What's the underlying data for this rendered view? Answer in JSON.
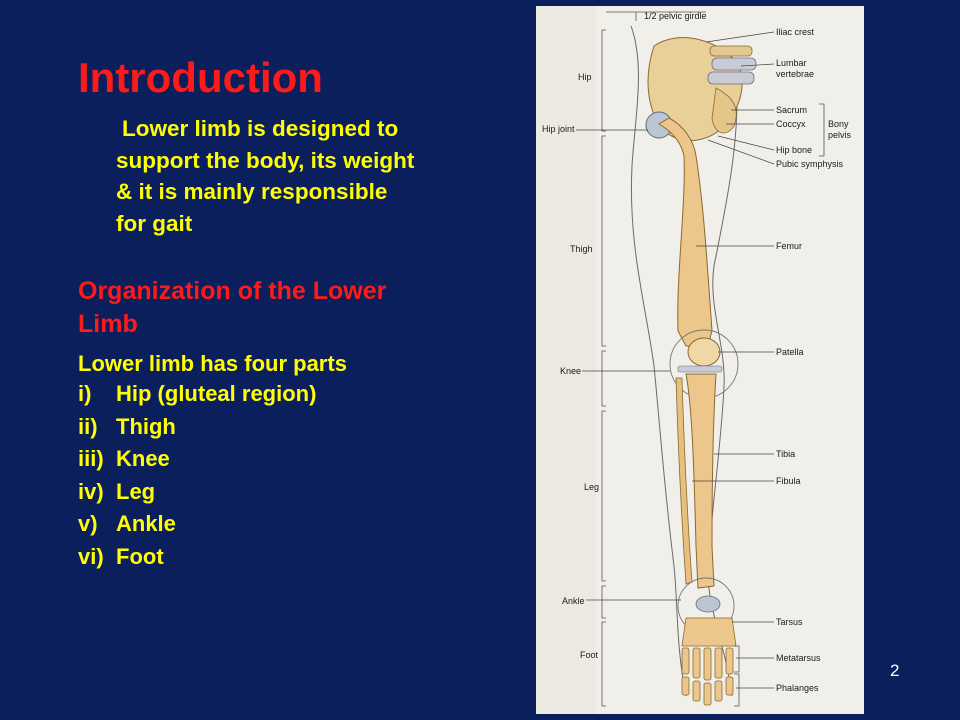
{
  "slide": {
    "title": "Introduction",
    "intro_lines": [
      "Lower limb is designed to",
      "support the body, its weight",
      "& it is mainly responsible",
      "for gait"
    ],
    "subheading_lines": [
      "Organization of the Lower",
      "Limb"
    ],
    "parts_intro": "Lower limb has four parts",
    "parts": [
      {
        "num": "i)",
        "label": "Hip  (gluteal region)"
      },
      {
        "num": "ii)",
        "label": "Thigh"
      },
      {
        "num": "iii)",
        "label": "Knee"
      },
      {
        "num": "iv)",
        "label": "Leg"
      },
      {
        "num": "v)",
        "label": "Ankle"
      },
      {
        "num": "vi)",
        "label": "Foot"
      }
    ],
    "page_number": "2"
  },
  "figure": {
    "top_label": "1/2 pelvic girdle",
    "left_labels": {
      "hip": "Hip",
      "hip_joint": "Hip joint",
      "thigh": "Thigh",
      "knee": "Knee",
      "leg": "Leg",
      "ankle": "Ankle",
      "foot": "Foot"
    },
    "right_labels": {
      "iliac_crest": "Iliac crest",
      "lumbar": "Lumbar",
      "vertebrae": "vertebrae",
      "sacrum": "Sacrum",
      "coccyx": "Coccyx",
      "hip_bone": "Hip bone",
      "pubic_symphysis": "Pubic symphysis",
      "bony": "Bony",
      "pelvis": "pelvis",
      "femur": "Femur",
      "patella": "Patella",
      "tibia": "Tibia",
      "fibula": "Fibula",
      "tarsus": "Tarsus",
      "metatarsus": "Metatarsus",
      "phalanges": "Phalanges"
    }
  }
}
